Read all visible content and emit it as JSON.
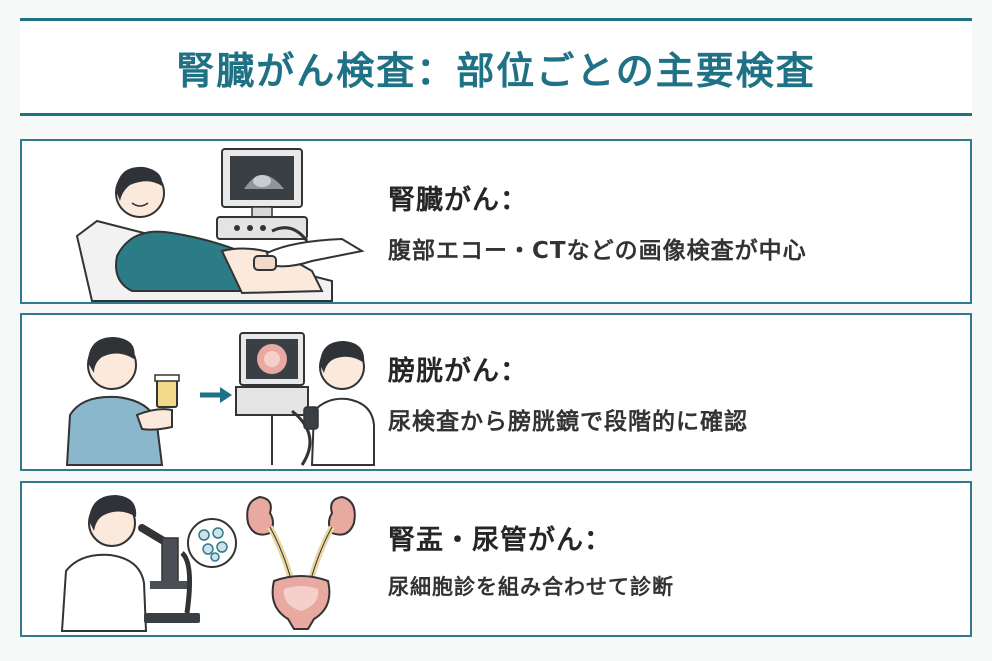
{
  "title": "腎臓がん検査：部位ごとの主要検査",
  "sections": [
    {
      "condition": "腎臓がん：",
      "description": "腹部エコー・CTなどの画像検査が中心",
      "illustration_icon": "ultrasound-exam-icon"
    },
    {
      "condition": "膀胱がん：",
      "description": "尿検査から膀胱鏡で段階的に確認",
      "illustration_icon": "cystoscopy-icon"
    },
    {
      "condition": "腎盂・尿管がん：",
      "description": "尿細胞診を組み合わせて診断",
      "illustration_icon": "urine-cytology-icon"
    }
  ],
  "colors": {
    "accent": "#1f7186",
    "border": "#2f7a8c",
    "shirt_teal": "#2b7c86",
    "shirt_blue": "#8ab7cc",
    "kidney": "#e8a9a1",
    "ureter": "#e8d7a0"
  }
}
